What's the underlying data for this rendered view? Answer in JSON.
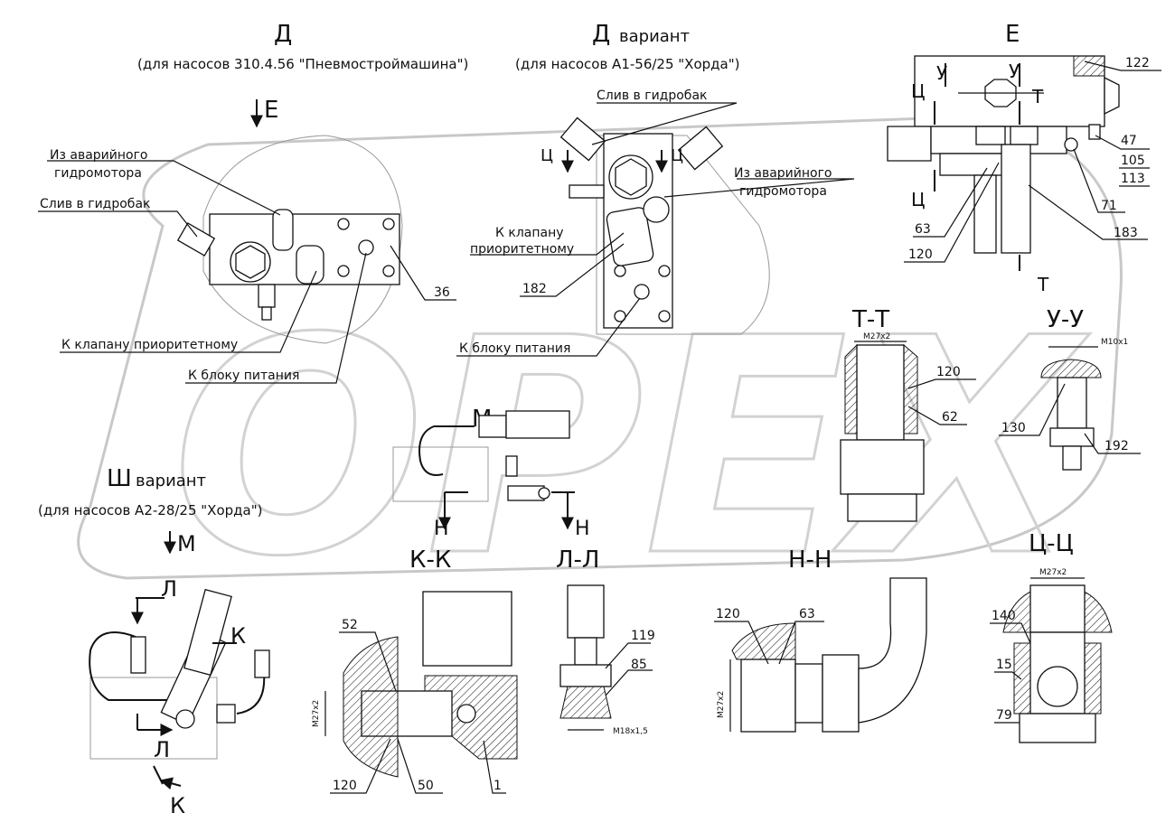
{
  "views": {
    "d": {
      "title": "Д",
      "subtitle": "(для насосов 310.4.56 \"Пневмостроймашина\")"
    },
    "d_var": {
      "title": "Д",
      "title_suffix": "вариант",
      "subtitle": "(для насосов А1-56/25 \"Хорда\")"
    },
    "e": {
      "title": "Е"
    },
    "sh_var": {
      "title": "Ш",
      "title_suffix": "вариант",
      "subtitle": "(для насосов А2-28/25 \"Хорда\")"
    },
    "m": {
      "title": "М"
    }
  },
  "sections": {
    "tt": "Т-Т",
    "uu": "У-У",
    "kk": "К-К",
    "ll": "Л-Л",
    "nn": "Н-Н",
    "cc": "Ц-Ц"
  },
  "labels": {
    "from_emergency_motor_l1": "Из аварийного",
    "from_emergency_motor_l2": "гидромотора",
    "drain_tank": "Слив в гидробак",
    "to_priority_valve": "К клапану приоритетному",
    "to_priority_valve_l1": "К клапану",
    "to_priority_valve_l2": "приоритетному",
    "to_power_block": "К блоку питания"
  },
  "view_marks": {
    "arrow_e": "Е",
    "arrow_m": "М",
    "u": "У",
    "t": "Т",
    "c": "Ц",
    "n": "Н",
    "l": "Л",
    "k": "К"
  },
  "threads": {
    "m27": "М27х2",
    "m10": "М10х1",
    "m18": "М18х1,5"
  },
  "callouts": {
    "p36": "36",
    "p182": "182",
    "p122": "122",
    "p47": "47",
    "p105": "105",
    "p113": "113",
    "p71": "71",
    "p63": "63",
    "p120": "120",
    "p183": "183",
    "p62": "62",
    "p130": "130",
    "p192": "192",
    "p52": "52",
    "p50": "50",
    "p1": "1",
    "p119": "119",
    "p85": "85",
    "p140": "140",
    "p15": "15",
    "p79": "79"
  },
  "watermark": "OPEX"
}
